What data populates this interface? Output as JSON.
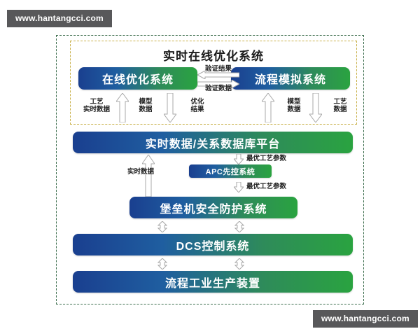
{
  "watermark": {
    "top": "www.hantangcci.com",
    "bottom": "www.hantangcci.com"
  },
  "diagram": {
    "rto_group": {
      "title": "实时在线优化系统",
      "boxes": [
        {
          "label": "在线优化系统"
        },
        {
          "label": "流程模拟系统"
        }
      ],
      "inter_arrows": [
        {
          "label": "验证结果",
          "direction": "left"
        },
        {
          "label": "验证数据",
          "direction": "right"
        }
      ],
      "io_labels": [
        {
          "label": "工艺\n实时数据",
          "line1": "工艺",
          "line2": "实时数据"
        },
        {
          "label": "模型\n数据",
          "line1": "模型",
          "line2": "数据"
        },
        {
          "label": "优化\n结果",
          "line1": "优化",
          "line2": "结果"
        },
        {
          "label": "模型\n数据",
          "line1": "模型",
          "line2": "数据"
        },
        {
          "label": "工艺\n数据",
          "line1": "工艺",
          "line2": "数据"
        }
      ]
    },
    "layers": [
      {
        "label": "实时数据/关系数据库平台"
      },
      {
        "label": "APC先控系统"
      },
      {
        "label": "堡垒机安全防护系统"
      },
      {
        "label": "DCS控制系统"
      },
      {
        "label": "流程工业生产装置"
      }
    ],
    "flow_labels": [
      {
        "label": "实时数据"
      },
      {
        "label": "最优工艺参数"
      },
      {
        "label": "最优工艺参数"
      }
    ]
  },
  "colors": {
    "bar_gradient_start": "#1a3f8f",
    "bar_gradient_end": "#2aa340",
    "outer_dash": "#3d6e4e",
    "inner_dash": "#c9b14a",
    "watermark_bg": "#58585a",
    "arrow_stroke": "#a9a9a9"
  }
}
